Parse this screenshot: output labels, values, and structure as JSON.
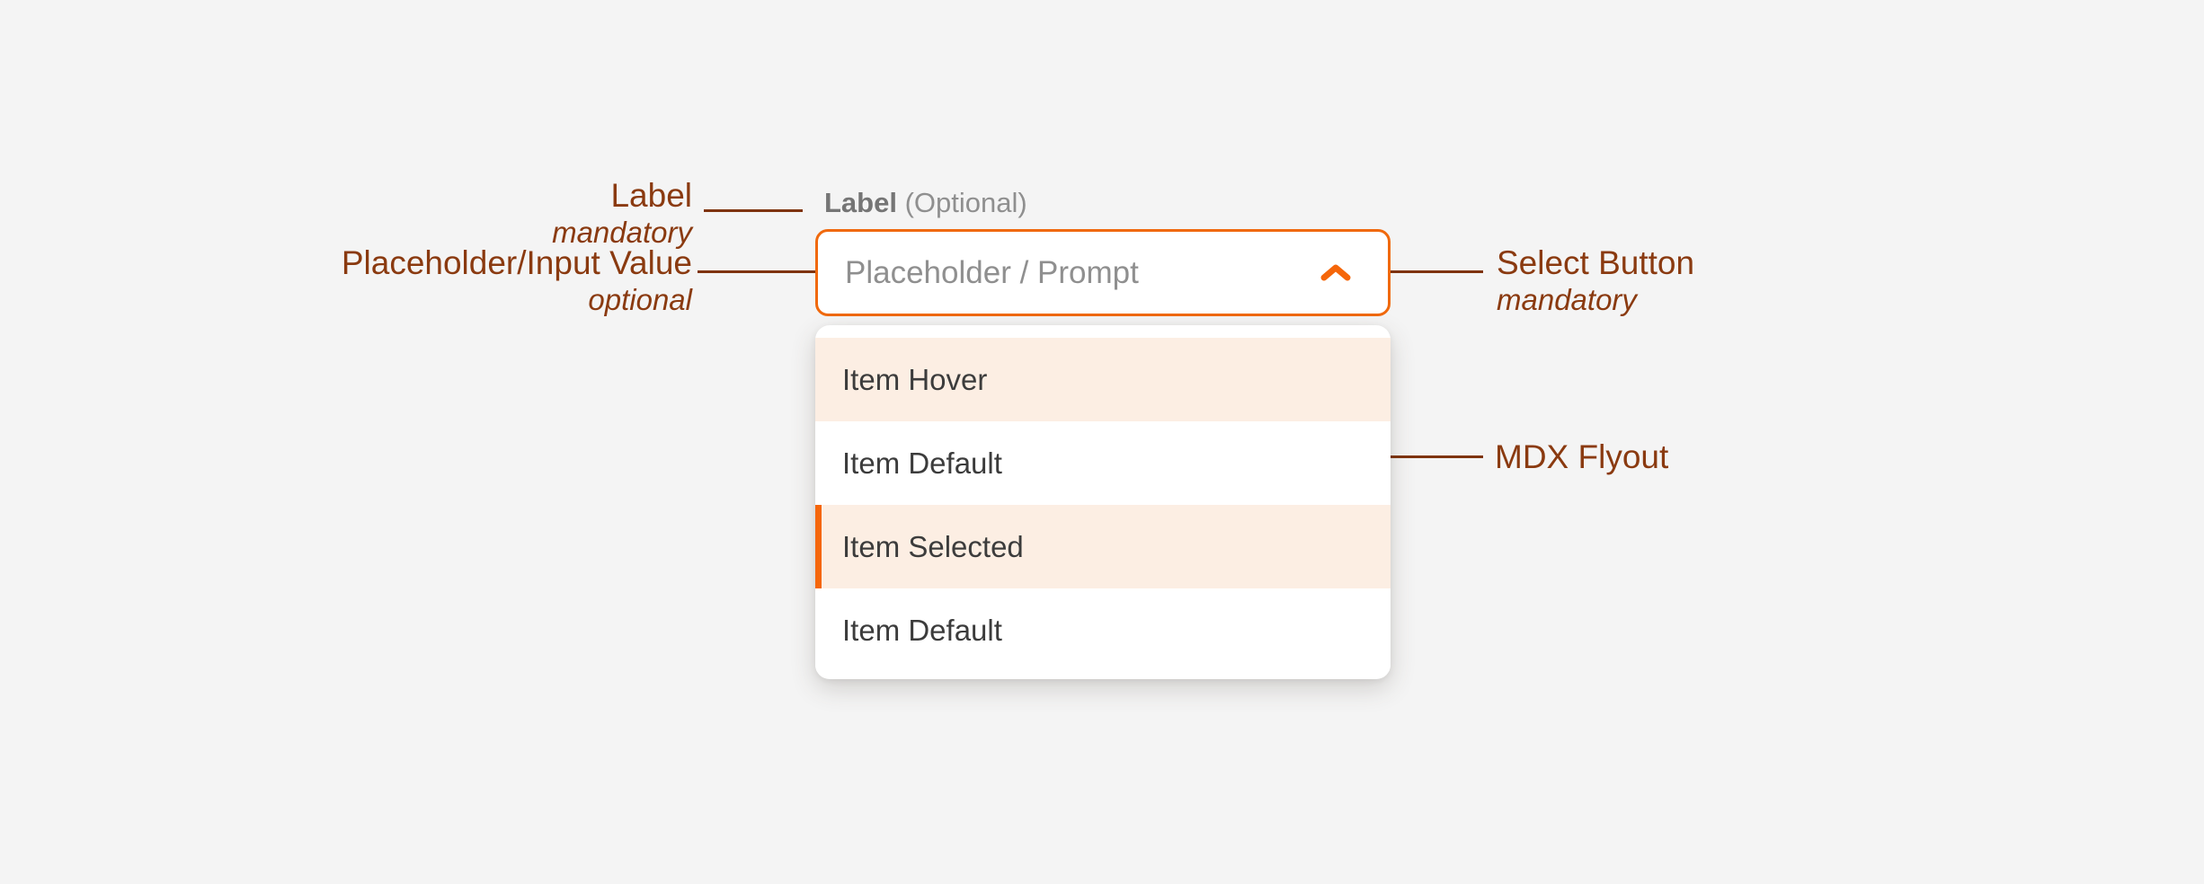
{
  "page": {
    "background_color": "#f4f4f4",
    "accent_orange": "#f0690d",
    "annotation_color": "#8a3a10"
  },
  "annotations": {
    "left": [
      {
        "title": "Label",
        "subtitle": "mandatory"
      },
      {
        "title": "Placeholder/Input Value",
        "subtitle": "optional"
      }
    ],
    "right": [
      {
        "title": "Select Button",
        "subtitle": "mandatory"
      },
      {
        "title": "MDX Flyout",
        "subtitle": ""
      }
    ]
  },
  "component": {
    "label": {
      "text": "Label",
      "optional": "(Optional)"
    },
    "select": {
      "placeholder": "Placeholder / Prompt",
      "icon": "chevron-up-icon",
      "icon_color": "#f5660a"
    },
    "flyout": {
      "items": [
        {
          "label": "Item Hover",
          "state": "hover"
        },
        {
          "label": "Item Default",
          "state": "default"
        },
        {
          "label": "Item Selected",
          "state": "selected"
        },
        {
          "label": "Item Default",
          "state": "default"
        }
      ],
      "selected_bar_color": "#f5660a",
      "hover_background": "#fceee3"
    }
  }
}
